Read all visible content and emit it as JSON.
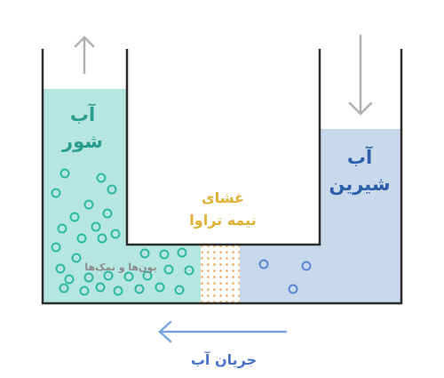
{
  "labels": {
    "saltwater_line1": "آب",
    "saltwater_line2": "شور",
    "freshwater_line1": "آب",
    "freshwater_line2": "شیرین",
    "membrane_line1": "غشای",
    "membrane_line2": "نیمه تراوا",
    "ions": "یون‌ها و نمک‌ها",
    "flow": "جریان آب"
  },
  "colors": {
    "saltwater": "#b5e6df",
    "freshwater": "#c9d9ec",
    "membrane_dots": "#f2a65a",
    "saltwater_text": "#2a9d8f",
    "freshwater_text": "#2f5ea8",
    "membrane_text": "#e0b032",
    "flow_text": "#4a74c9",
    "arrow_gray": "#b0b0b0",
    "flow_arrow": "#7aa6e0",
    "container": "#2b2b2b",
    "salt_particles": "#2fb8a0",
    "fresh_particles": "#5b86d6"
  },
  "icons": {
    "up_arrow": "arrow-up-icon",
    "down_arrow": "arrow-down-icon",
    "flow_arrow": "arrow-left-icon"
  }
}
